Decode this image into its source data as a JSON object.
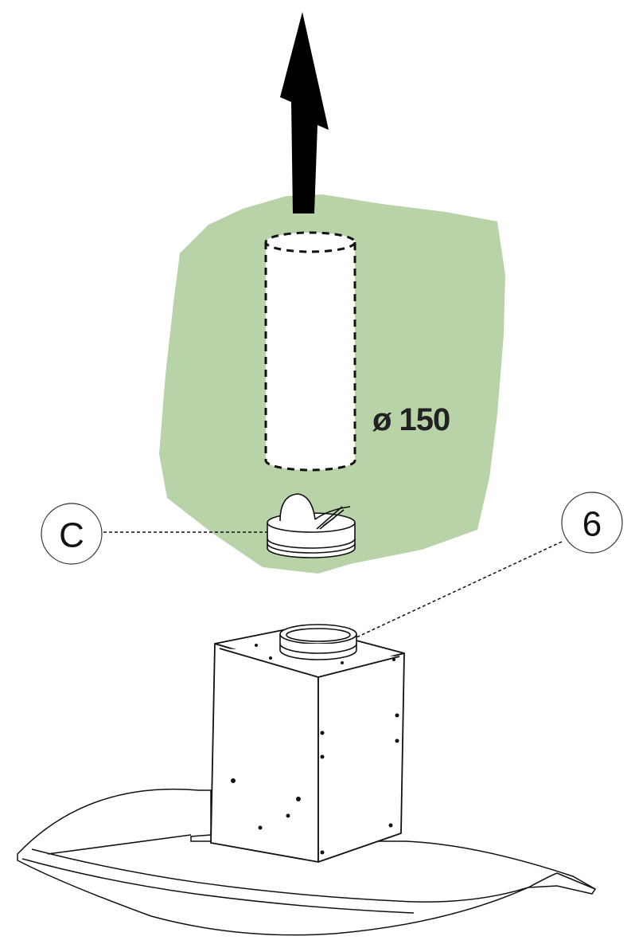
{
  "labels": {
    "callout_c": "C",
    "callout_6": "6",
    "diameter": "ø 150"
  },
  "colors": {
    "wall_zone": "#b9d3a8",
    "outline": "#111111",
    "arrow": "#000000"
  },
  "icons": {
    "direction": "arrow-up-icon"
  }
}
